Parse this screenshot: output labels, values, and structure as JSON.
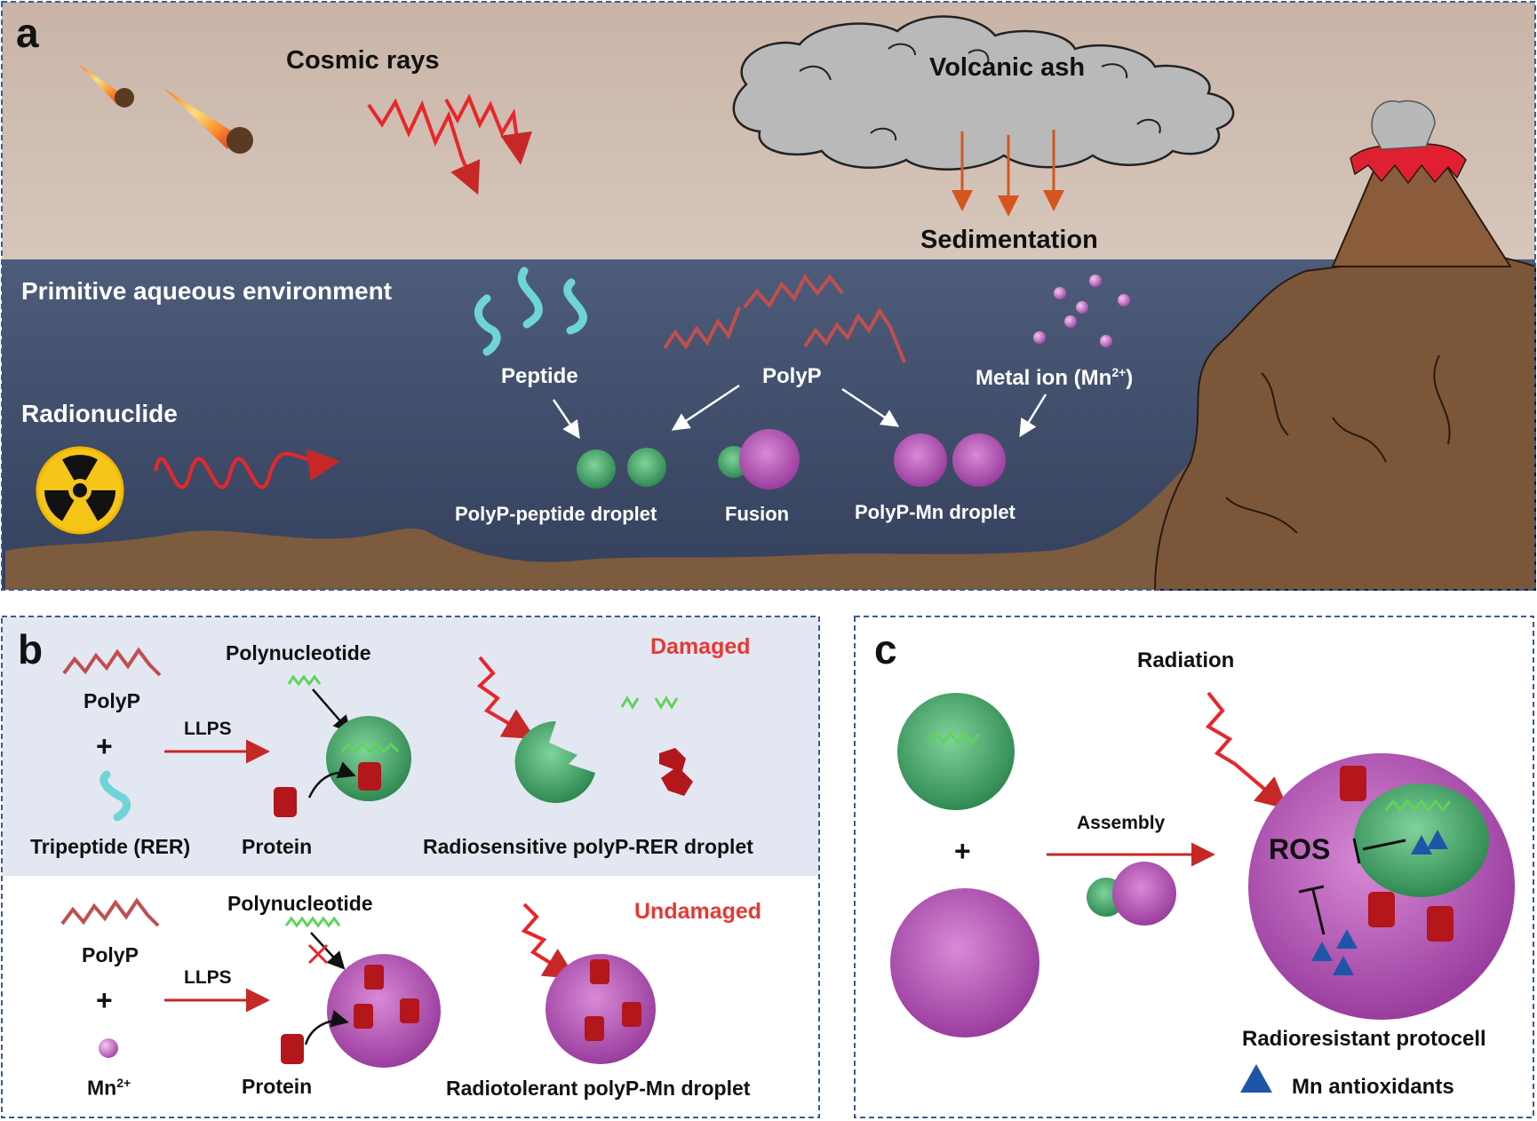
{
  "panel_a": {
    "letter": "a",
    "cosmic_rays": "Cosmic rays",
    "volcanic_ash": "Volcanic ash",
    "sedimentation": "Sedimentation",
    "primitive_env": "Primitive aqueous environment",
    "radionuclide": "Radionuclide",
    "peptide": "Peptide",
    "polyp": "PolyP",
    "metal_ion_base": "Metal ion (Mn",
    "metal_ion_sup": "2+",
    "metal_ion_end": ")",
    "polyp_peptide_droplet": "PolyP-peptide droplet",
    "fusion": "Fusion",
    "polyp_mn_droplet": "PolyP-Mn droplet"
  },
  "panel_b": {
    "letter": "b",
    "top": {
      "polyp": "PolyP",
      "plus": "+",
      "tripeptide": "Tripeptide (RER)",
      "llps": "LLPS",
      "polynucleotide": "Polynucleotide",
      "protein": "Protein",
      "damaged": "Damaged",
      "radiosensitive": "Radiosensitive  polyP-RER droplet"
    },
    "bottom": {
      "polyp": "PolyP",
      "plus": "+",
      "mn_base": "Mn",
      "mn_sup": "2+",
      "llps": "LLPS",
      "polynucleotide": "Polynucleotide",
      "protein": "Protein",
      "undamaged": "Undamaged",
      "radiotolerant": "Radiotolerant polyP-Mn droplet"
    }
  },
  "panel_c": {
    "letter": "c",
    "radiation": "Radiation",
    "plus": "+",
    "assembly": "Assembly",
    "ros": "ROS",
    "radioresistant": "Radioresistant protocell",
    "mn_antioxidants": "Mn antioxidants"
  },
  "colors": {
    "sky_top": "#cdb6a8",
    "water": "#3f4e6c",
    "ground": "#7b5a3c",
    "radiation_red": "#e8262a",
    "droplet_green": "#4caf73",
    "droplet_purple": "#b455b8",
    "protein_red": "#b3161b",
    "antioxidant_blue": "#1f55a8",
    "panel_border": "#3b5b8f"
  }
}
